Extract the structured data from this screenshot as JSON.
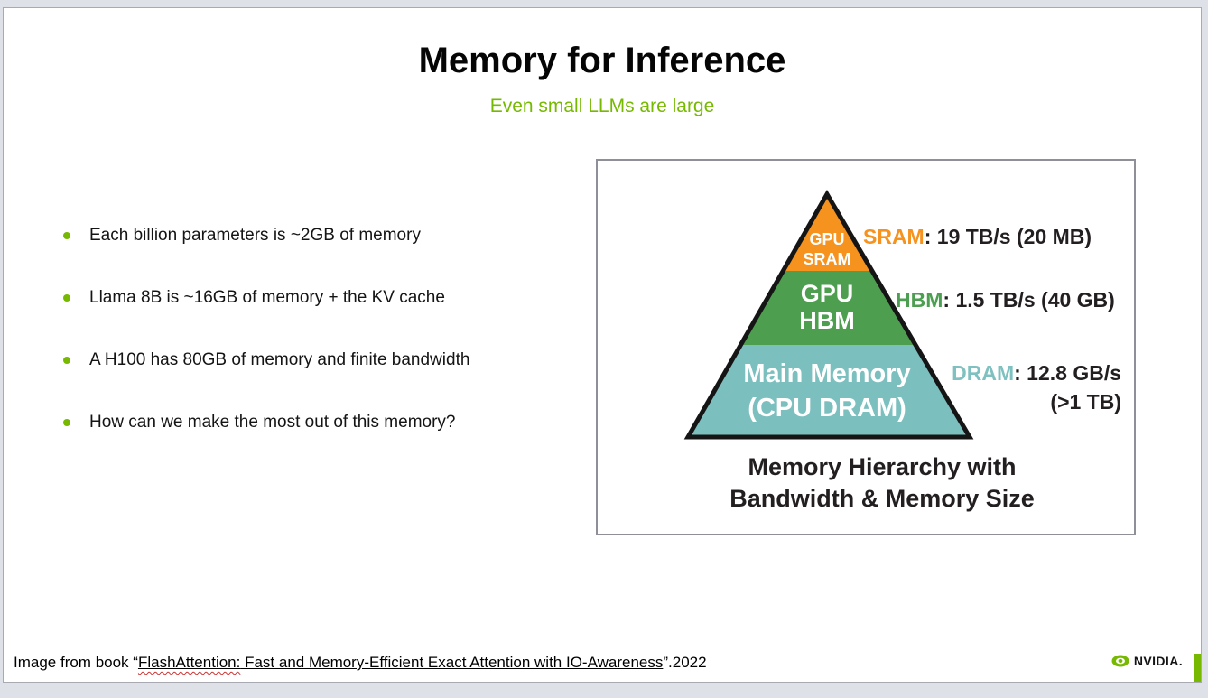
{
  "colors": {
    "nvidia_green": "#76B900",
    "sram_orange": "#F6921E",
    "hbm_green": "#4E9E50",
    "dram_teal": "#7CBFBF",
    "figure_text": "#231F20"
  },
  "slide": {
    "title": "Memory for Inference",
    "subtitle": "Even small LLMs are large",
    "bullets": [
      "Each billion parameters is ~2GB of memory",
      "Llama 8B is ~16GB of memory + the KV cache",
      "A H100 has 80GB of memory and finite bandwidth",
      "How can we make the most out of this memory?"
    ],
    "figure": {
      "pyramid_levels": [
        {
          "name": "GPU SRAM",
          "line1": "GPU",
          "line2": "SRAM",
          "fill": "#F6921E",
          "term": "SRAM",
          "term_color": "#F6921E",
          "spec": ": 19 TB/s (20 MB)"
        },
        {
          "name": "GPU HBM",
          "line1": "GPU",
          "line2": "HBM",
          "fill": "#4E9E50",
          "term": "HBM",
          "term_color": "#4C9E50",
          "spec": ": 1.5 TB/s (40 GB)"
        },
        {
          "name": "Main Memory (CPU DRAM)",
          "line1": "Main Memory",
          "line2": "(CPU DRAM)",
          "fill": "#7CBFBF",
          "term": "DRAM",
          "term_color": "#7FC0C0",
          "spec": ": 12.8 GB/s",
          "spec_line2": "(>1 TB)"
        }
      ],
      "caption_line1": "Memory Hierarchy with",
      "caption_line2": "Bandwidth & Memory Size"
    },
    "footer": {
      "prefix": "Image from book “",
      "link_head": "FlashAttention:",
      "link_tail": " Fast and Memory-Efficient Exact Attention with IO-Awareness",
      "suffix": "”.2022"
    },
    "logo_text": "NVIDIA."
  }
}
